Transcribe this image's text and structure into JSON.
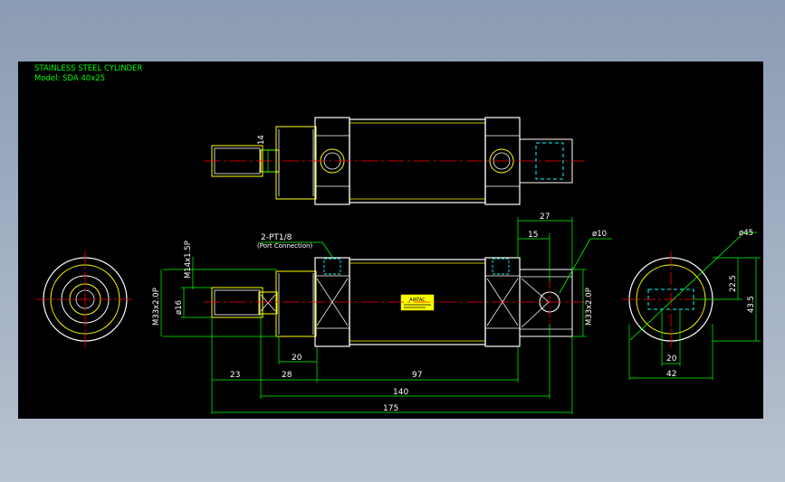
{
  "title": {
    "line1": "STAINLESS STEEL CYLINDER",
    "line2": "Model: SDA 40x25"
  },
  "colors": {
    "background": "#000000",
    "outline": "#ffffff",
    "body": "#ffff00",
    "center_line": "#ff0000",
    "dimension": "#00ff00",
    "hidden": "#00ffff",
    "title_text": "#00ff00",
    "label_text": "#ffffff"
  },
  "annotations": {
    "ports": "2-PT1/8",
    "ports_note": "(Port Connection)",
    "rod_thread": "M14x1.5P",
    "rod_dia": "ø16",
    "body_thread_left": "M33x2.0P",
    "body_thread_right": "M33x2.0P",
    "pin_dia": "ø10",
    "flange_dia": "ø45",
    "label_plate": "AIRTAC"
  },
  "dimensions": {
    "top_14": "14",
    "d27": "27",
    "d15": "15",
    "d20_left": "20",
    "d23": "23",
    "d28": "28",
    "d97": "97",
    "d140": "140",
    "d175": "175",
    "d22_5": "22.5",
    "d43_5": "43.5",
    "d20_right": "20",
    "d42": "42"
  }
}
